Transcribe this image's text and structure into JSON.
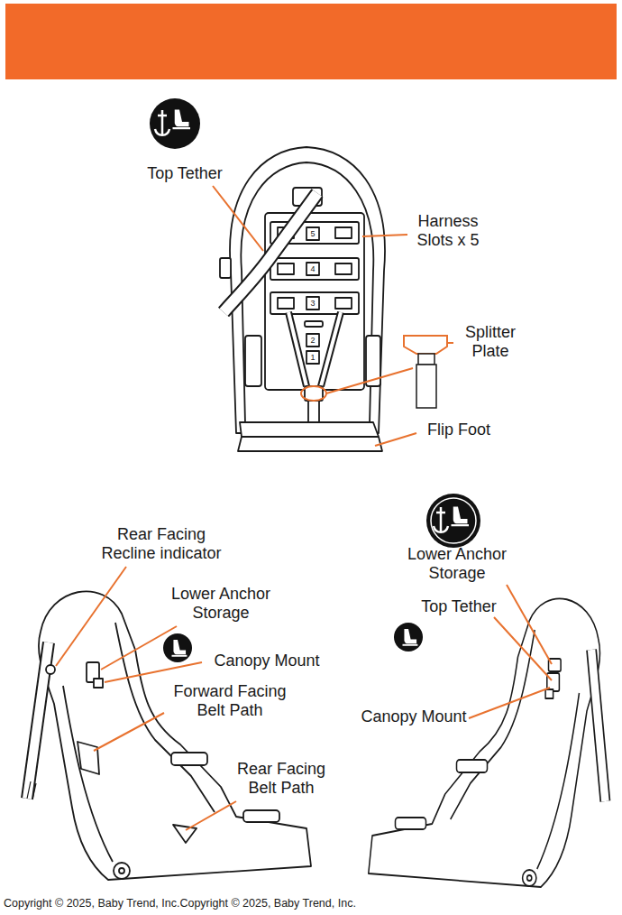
{
  "diagram": {
    "labels": [
      "Top Tether",
      "Harness Slots x 5",
      "5",
      "4",
      "3",
      "2",
      "1",
      "Splitter Plate",
      "Flip Foot",
      "Rear Facing Recline indicator",
      "Lower Anchor Storage",
      "Canopy Mount",
      "Forward Facing Belt Path",
      "Rear Facing Belt Path",
      "Lower Anchor Storage",
      "Top Tether",
      "Canopy Mount",
      "Copyright © 2025, Baby Trend, Inc.Copyright © 2025, Baby Trend, Inc."
    ]
  }
}
